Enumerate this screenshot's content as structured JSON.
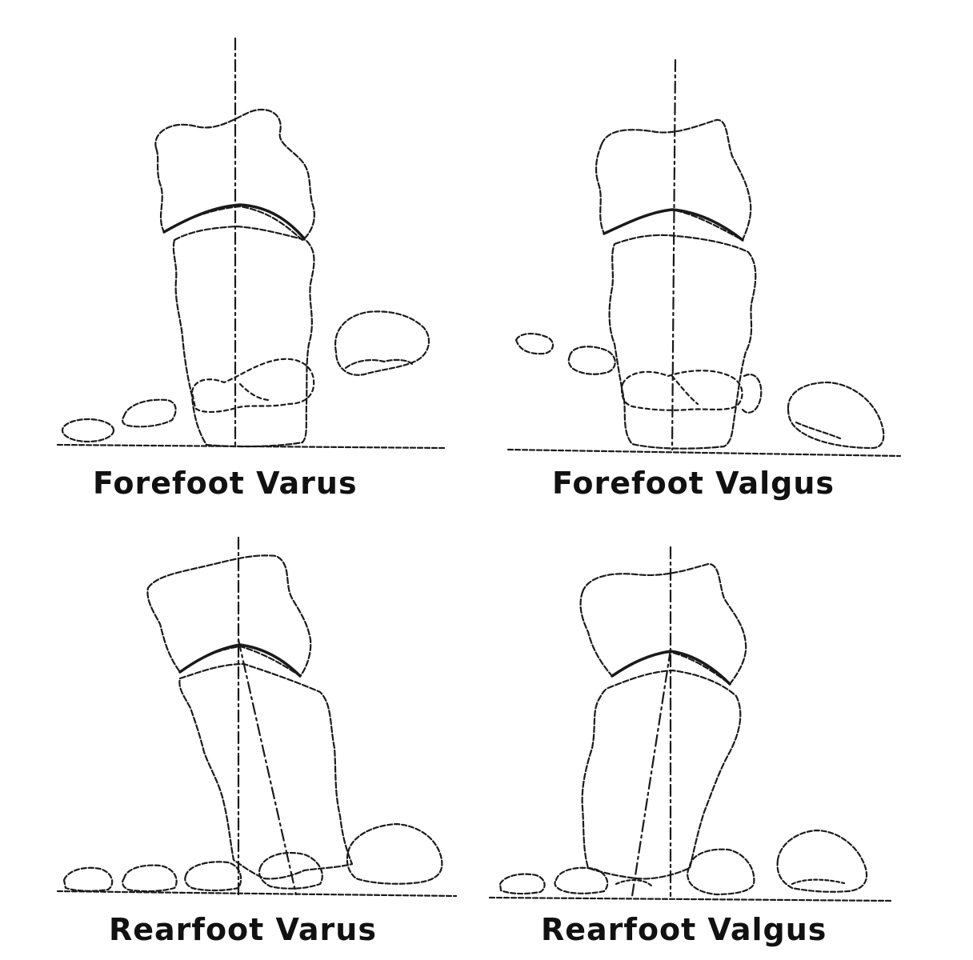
{
  "panels": [
    {
      "id": "forefoot-varus",
      "label": "Forefoot Varus"
    },
    {
      "id": "forefoot-valgus",
      "label": "Forefoot Valgus"
    },
    {
      "id": "rearfoot-varus",
      "label": "Rearfoot Varus"
    },
    {
      "id": "rearfoot-valgus",
      "label": "Rearfoot Valgus"
    }
  ],
  "colors": {
    "ink": "#1a1a1a",
    "background": "#ffffff"
  }
}
